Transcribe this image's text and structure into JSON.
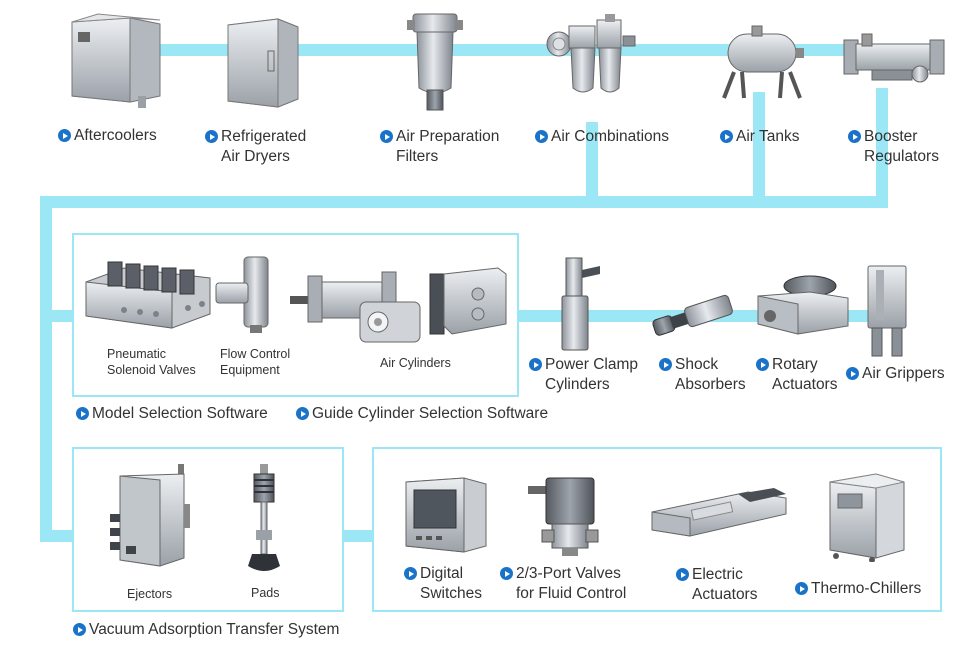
{
  "top_row": [
    {
      "line1": "Aftercoolers",
      "line2": ""
    },
    {
      "line1": "Refrigerated",
      "line2": "Air Dryers"
    },
    {
      "line1": "Air Preparation",
      "line2": "Filters"
    },
    {
      "line1": "Air Combinations",
      "line2": ""
    },
    {
      "line1": "Air Tanks",
      "line2": ""
    },
    {
      "line1": "Booster",
      "line2": "Regulators"
    }
  ],
  "actuator_panel": {
    "items": [
      {
        "line1": "Pneumatic",
        "line2": "Solenoid Valves"
      },
      {
        "line1": "Flow Control",
        "line2": "Equipment"
      },
      {
        "line1": "Air Cylinders",
        "line2": ""
      }
    ],
    "links": [
      "Model Selection Software",
      "Guide Cylinder Selection Software"
    ]
  },
  "middle_row": [
    {
      "line1": "Power Clamp",
      "line2": "Cylinders"
    },
    {
      "line1": "Shock",
      "line2": "Absorbers"
    },
    {
      "line1": "Rotary",
      "line2": "Actuators"
    },
    {
      "line1": "Air Grippers",
      "line2": ""
    }
  ],
  "vacuum_panel": {
    "items": [
      "Ejectors",
      "Pads"
    ],
    "title": "Vacuum Adsorption Transfer System"
  },
  "electric_panel": {
    "items": [
      {
        "line1": "Digital",
        "line2": "Switches"
      },
      {
        "line1": "2/3-Port Valves",
        "line2": "for Fluid Control"
      },
      {
        "line1": "Electric",
        "line2": "Actuators"
      },
      {
        "line1": "Thermo-Chillers",
        "line2": ""
      }
    ]
  }
}
